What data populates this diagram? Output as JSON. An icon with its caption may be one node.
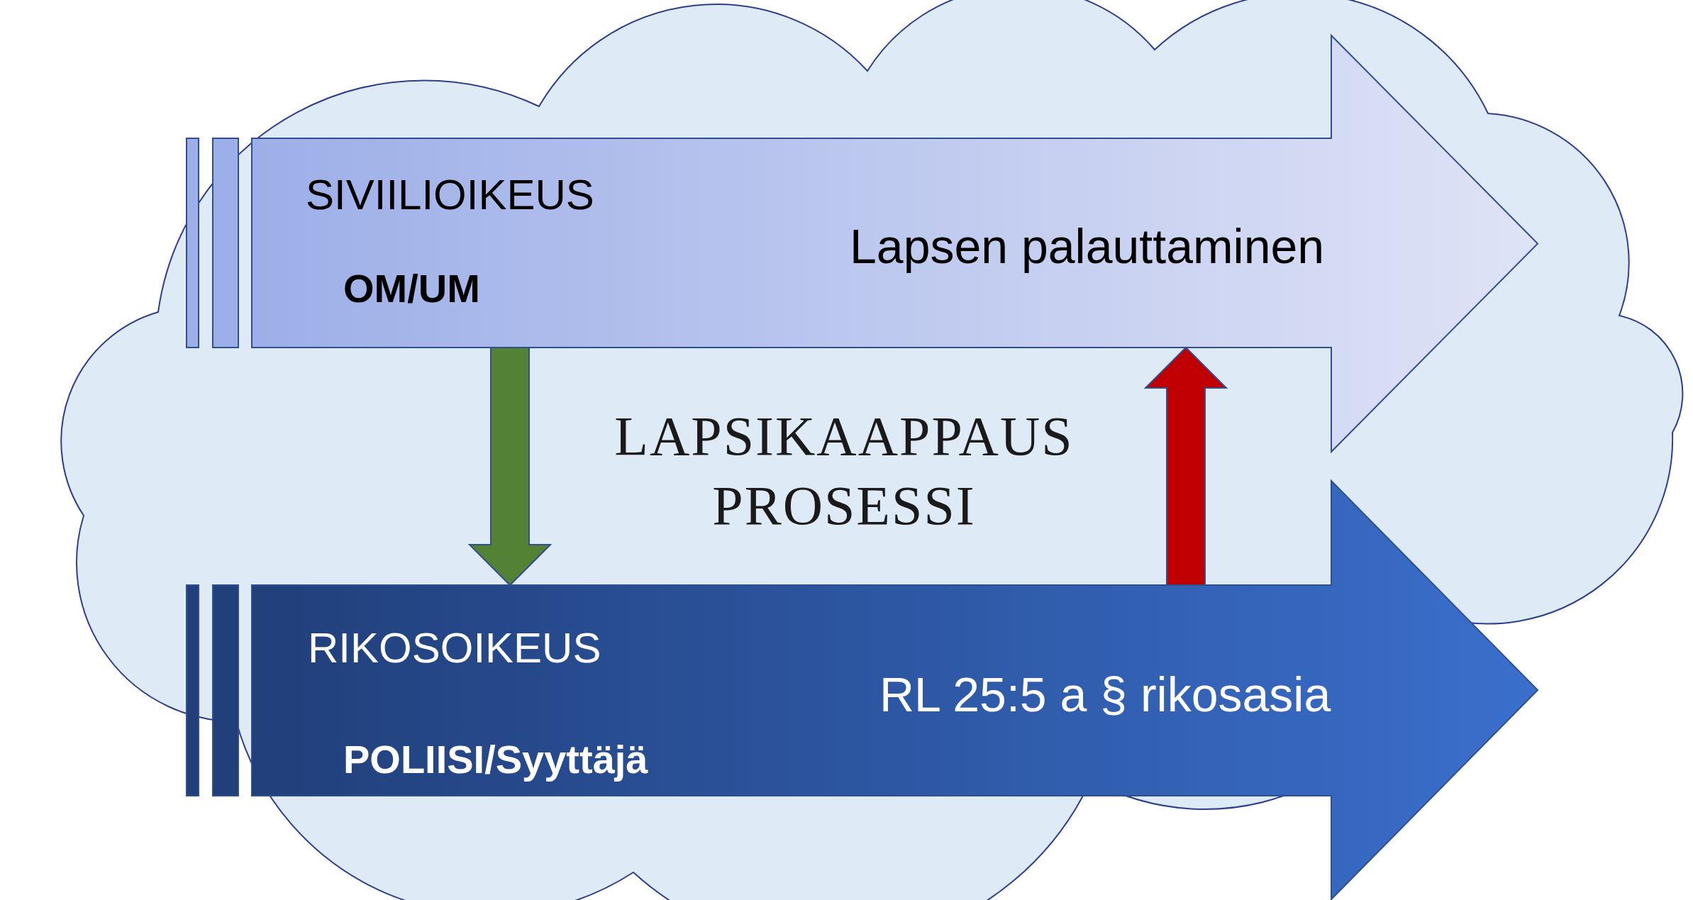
{
  "diagram": {
    "title": "LAPSIKAAPPAUS PROSESSI",
    "nodes": [
      {
        "text": [
          "SIVIILIOIKEUS",
          "OM/UM",
          "Lapsen palauttaminen"
        ]
      },
      {
        "text": [
          "RIKOSOIKEUS",
          "POLIISI/Syyttäjä",
          "RL 25:5 a § rikosasia"
        ]
      }
    ],
    "edges": [
      {
        "from": 0,
        "to": 1,
        "arrow": "to",
        "style": "thick",
        "color": "#548235"
      },
      {
        "from": 1,
        "to": 0,
        "arrow": "to",
        "style": "thick",
        "color": "#c00000"
      }
    ]
  }
}
